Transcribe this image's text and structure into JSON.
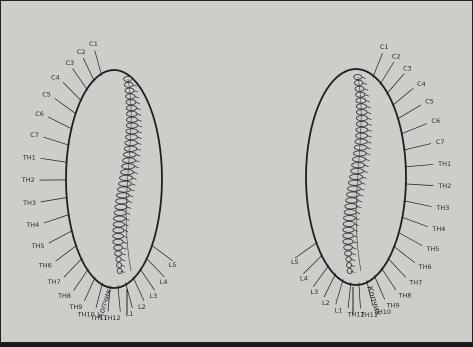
{
  "colors": {
    "paper": "#cfcdca",
    "ink": "#1e1e1e",
    "spine": "#3a3a3a"
  },
  "left_panel": {
    "labels": [
      "C1",
      "C2",
      "C3",
      "C4",
      "C5",
      "C6",
      "C7",
      "TH1",
      "TH2",
      "TH3",
      "TH4",
      "TH5",
      "TH6",
      "TH7",
      "TH8",
      "TH9",
      "TH10",
      "TH11",
      "TH12",
      "L1",
      "L2",
      "L3",
      "L4",
      "L5"
    ],
    "tail_label": "Копчик"
  },
  "right_panel": {
    "labels": [
      "C1",
      "C2",
      "C3",
      "C4",
      "C5",
      "C6",
      "C7",
      "TH1",
      "TH2",
      "TH3",
      "TH4",
      "TH5",
      "TH6",
      "TH7",
      "TH8",
      "TH9",
      "TH10",
      "TH11",
      "TH12",
      "L1",
      "L2",
      "L3",
      "L4",
      "L5"
    ],
    "tail_label": "Копчик"
  }
}
